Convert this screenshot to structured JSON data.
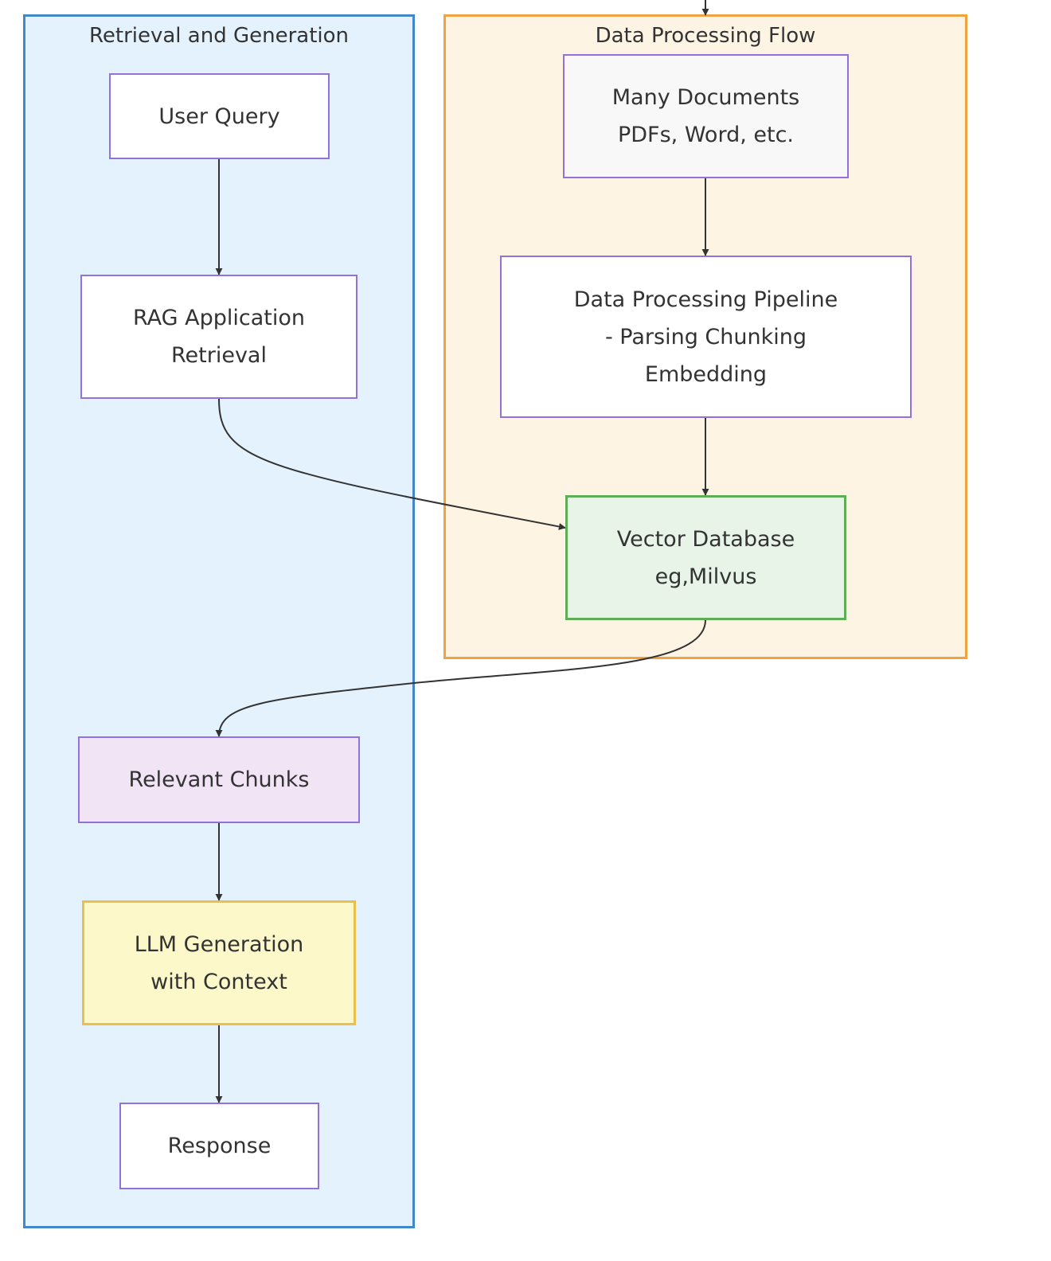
{
  "colors": {
    "retrieval_border": "#4287C7",
    "retrieval_fill": "#E3F2FD",
    "processing_border": "#F0A33F",
    "processing_fill": "#FDF4E4",
    "node_border_default": "#9370DB",
    "node_fill_default": "#FFFFFF",
    "documents_fill": "#F8F8F8",
    "vector_border": "#5FAD56",
    "vector_fill": "#E8F4E8",
    "chunks_fill": "#F1E4F4",
    "llm_border": "#EBC04A",
    "llm_fill": "#FCF8CA",
    "edge": "#333333"
  },
  "clusters": {
    "retrieval": {
      "title": "Retrieval and Generation"
    },
    "processing": {
      "title": "Data Processing Flow"
    }
  },
  "nodes": {
    "user_query": {
      "label": "User Query"
    },
    "rag_retrieval": {
      "label": "RAG Application\nRetrieval"
    },
    "relevant_chunks": {
      "label": "Relevant Chunks"
    },
    "llm_generation": {
      "label": "LLM Generation\nwith Context"
    },
    "response": {
      "label": "Response"
    },
    "documents": {
      "label": "Many Documents\nPDFs, Word, etc."
    },
    "pipeline": {
      "label": "Data Processing Pipeline\n- Parsing Chunking\nEmbedding"
    },
    "vector_db": {
      "label": "Vector Database\neg,Milvus"
    }
  },
  "edges": [
    {
      "from": "user_query",
      "to": "rag_retrieval"
    },
    {
      "from": "rag_retrieval",
      "to": "vector_db"
    },
    {
      "from": "vector_db",
      "to": "relevant_chunks"
    },
    {
      "from": "relevant_chunks",
      "to": "llm_generation"
    },
    {
      "from": "llm_generation",
      "to": "response"
    },
    {
      "from": "documents",
      "to": "pipeline"
    },
    {
      "from": "pipeline",
      "to": "vector_db"
    }
  ]
}
